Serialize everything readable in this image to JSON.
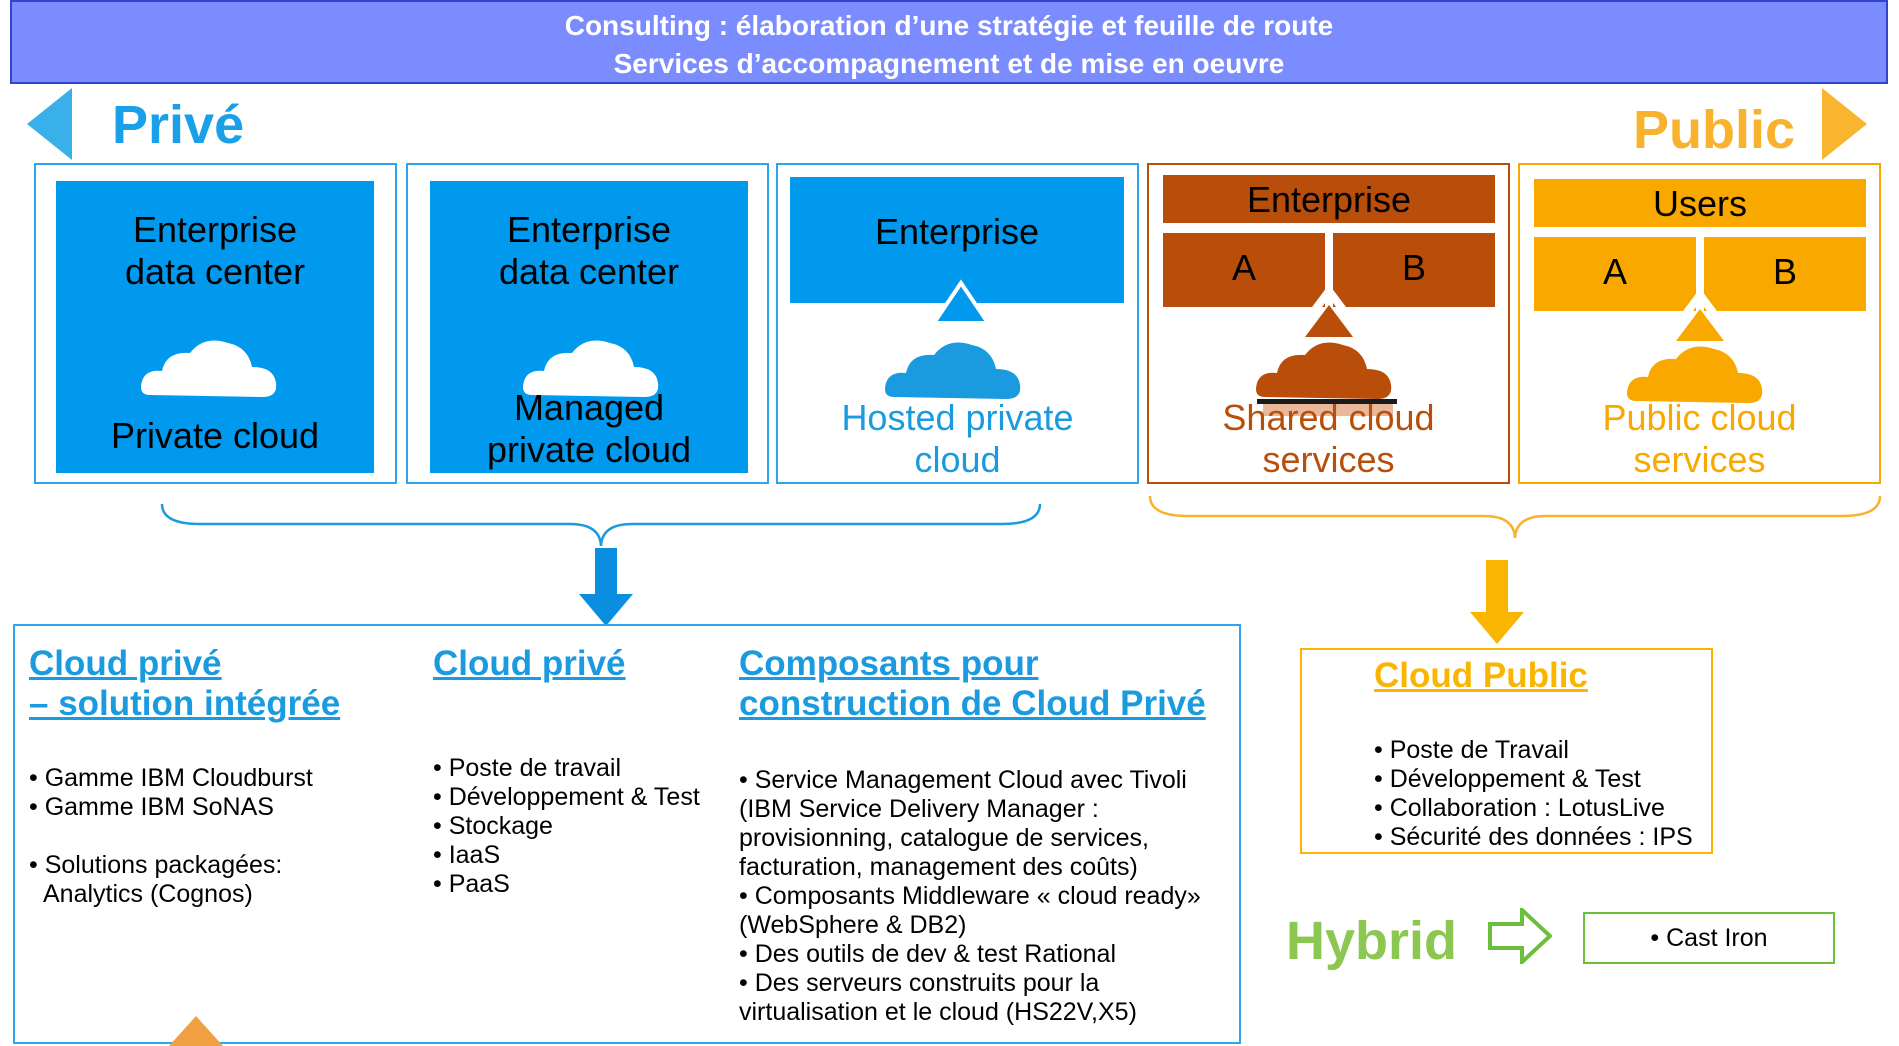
{
  "banner": {
    "line1": "Consulting : élaboration d’une stratégie et feuille de route",
    "line2": "Services d’accompagnement et de mise en oeuvre"
  },
  "axis": {
    "left": "Privé",
    "right": "Public"
  },
  "colors": {
    "blue": "#0099ee",
    "brown": "#b94e0a",
    "orange": "#f9a800",
    "green": "#8cc751",
    "banner": "#7b8cff"
  },
  "panels": {
    "p1": {
      "line1": "Enterprise",
      "line2": "data center",
      "label": "Private cloud"
    },
    "p2": {
      "line1": "Enterprise",
      "line2": "data center",
      "label1": "Managed",
      "label2": "private cloud"
    },
    "p3": {
      "top": "Enterprise",
      "label1": "Hosted private",
      "label2": "cloud"
    },
    "p4": {
      "top": "Enterprise",
      "a": "A",
      "b": "B",
      "label1": "Shared cloud",
      "label2": "services"
    },
    "p5": {
      "top": "Users",
      "a": "A",
      "b": "B",
      "label1": "Public cloud",
      "label2": "services"
    }
  },
  "private_box": {
    "col1": {
      "title1": "Cloud privé",
      "title2": "– solution intégrée",
      "items": [
        "Gamme IBM Cloudburst",
        "Gamme IBM SoNAS",
        "Solutions packagées:",
        "Analytics (Cognos)"
      ]
    },
    "col2": {
      "title": "Cloud privé",
      "items": [
        "Poste de travail",
        "Développement & Test",
        "Stockage",
        "IaaS",
        "PaaS"
      ]
    },
    "col3": {
      "title1": "Composants pour",
      "title2": "construction de Cloud Privé",
      "lines": [
        "Service Management Cloud avec Tivoli",
        "(IBM Service Delivery Manager :",
        "provisionning, catalogue de services,",
        "facturation, management des coûts)",
        "Composants Middleware « cloud ready»",
        "(WebSphere & DB2)",
        "Des outils de dev & test Rational",
        "Des serveurs construits pour la",
        "virtualisation et le cloud (HS22V,X5)"
      ]
    }
  },
  "public_box": {
    "title": "Cloud Public",
    "items": [
      "Poste de Travail",
      "Développement & Test",
      "Collaboration : LotusLive",
      "Sécurité des données : IPS"
    ]
  },
  "hybrid": {
    "label": "Hybrid",
    "item": "Cast Iron"
  }
}
